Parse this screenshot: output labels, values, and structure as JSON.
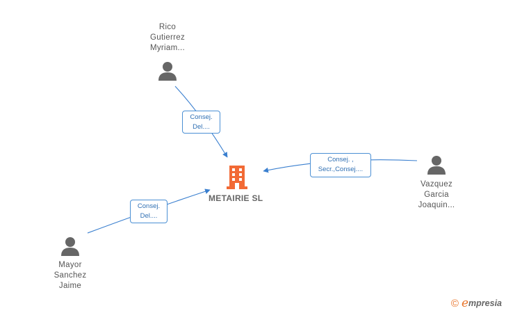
{
  "company": {
    "name": "METAIRIE SL",
    "color": "#f26a35"
  },
  "people": [
    {
      "id": "rico",
      "name": "Rico\nGutierrez\nMyriam..."
    },
    {
      "id": "vazquez",
      "name": "Vazquez\nGarcia\nJoaquin..."
    },
    {
      "id": "mayor",
      "name": "Mayor\nSanchez\nJaime"
    }
  ],
  "edges": [
    {
      "from": "rico",
      "label": "Consej.\nDel...."
    },
    {
      "from": "vazquez",
      "label": "Consej. ,\nSecr.,Consej...."
    },
    {
      "from": "mayor",
      "label": "Consej.\nDel...."
    }
  ],
  "colors": {
    "edge": "#3a7fcf",
    "person_icon": "#666666"
  },
  "brand": {
    "copyright_symbol": "©",
    "initial": "e",
    "rest": "mpresia"
  }
}
